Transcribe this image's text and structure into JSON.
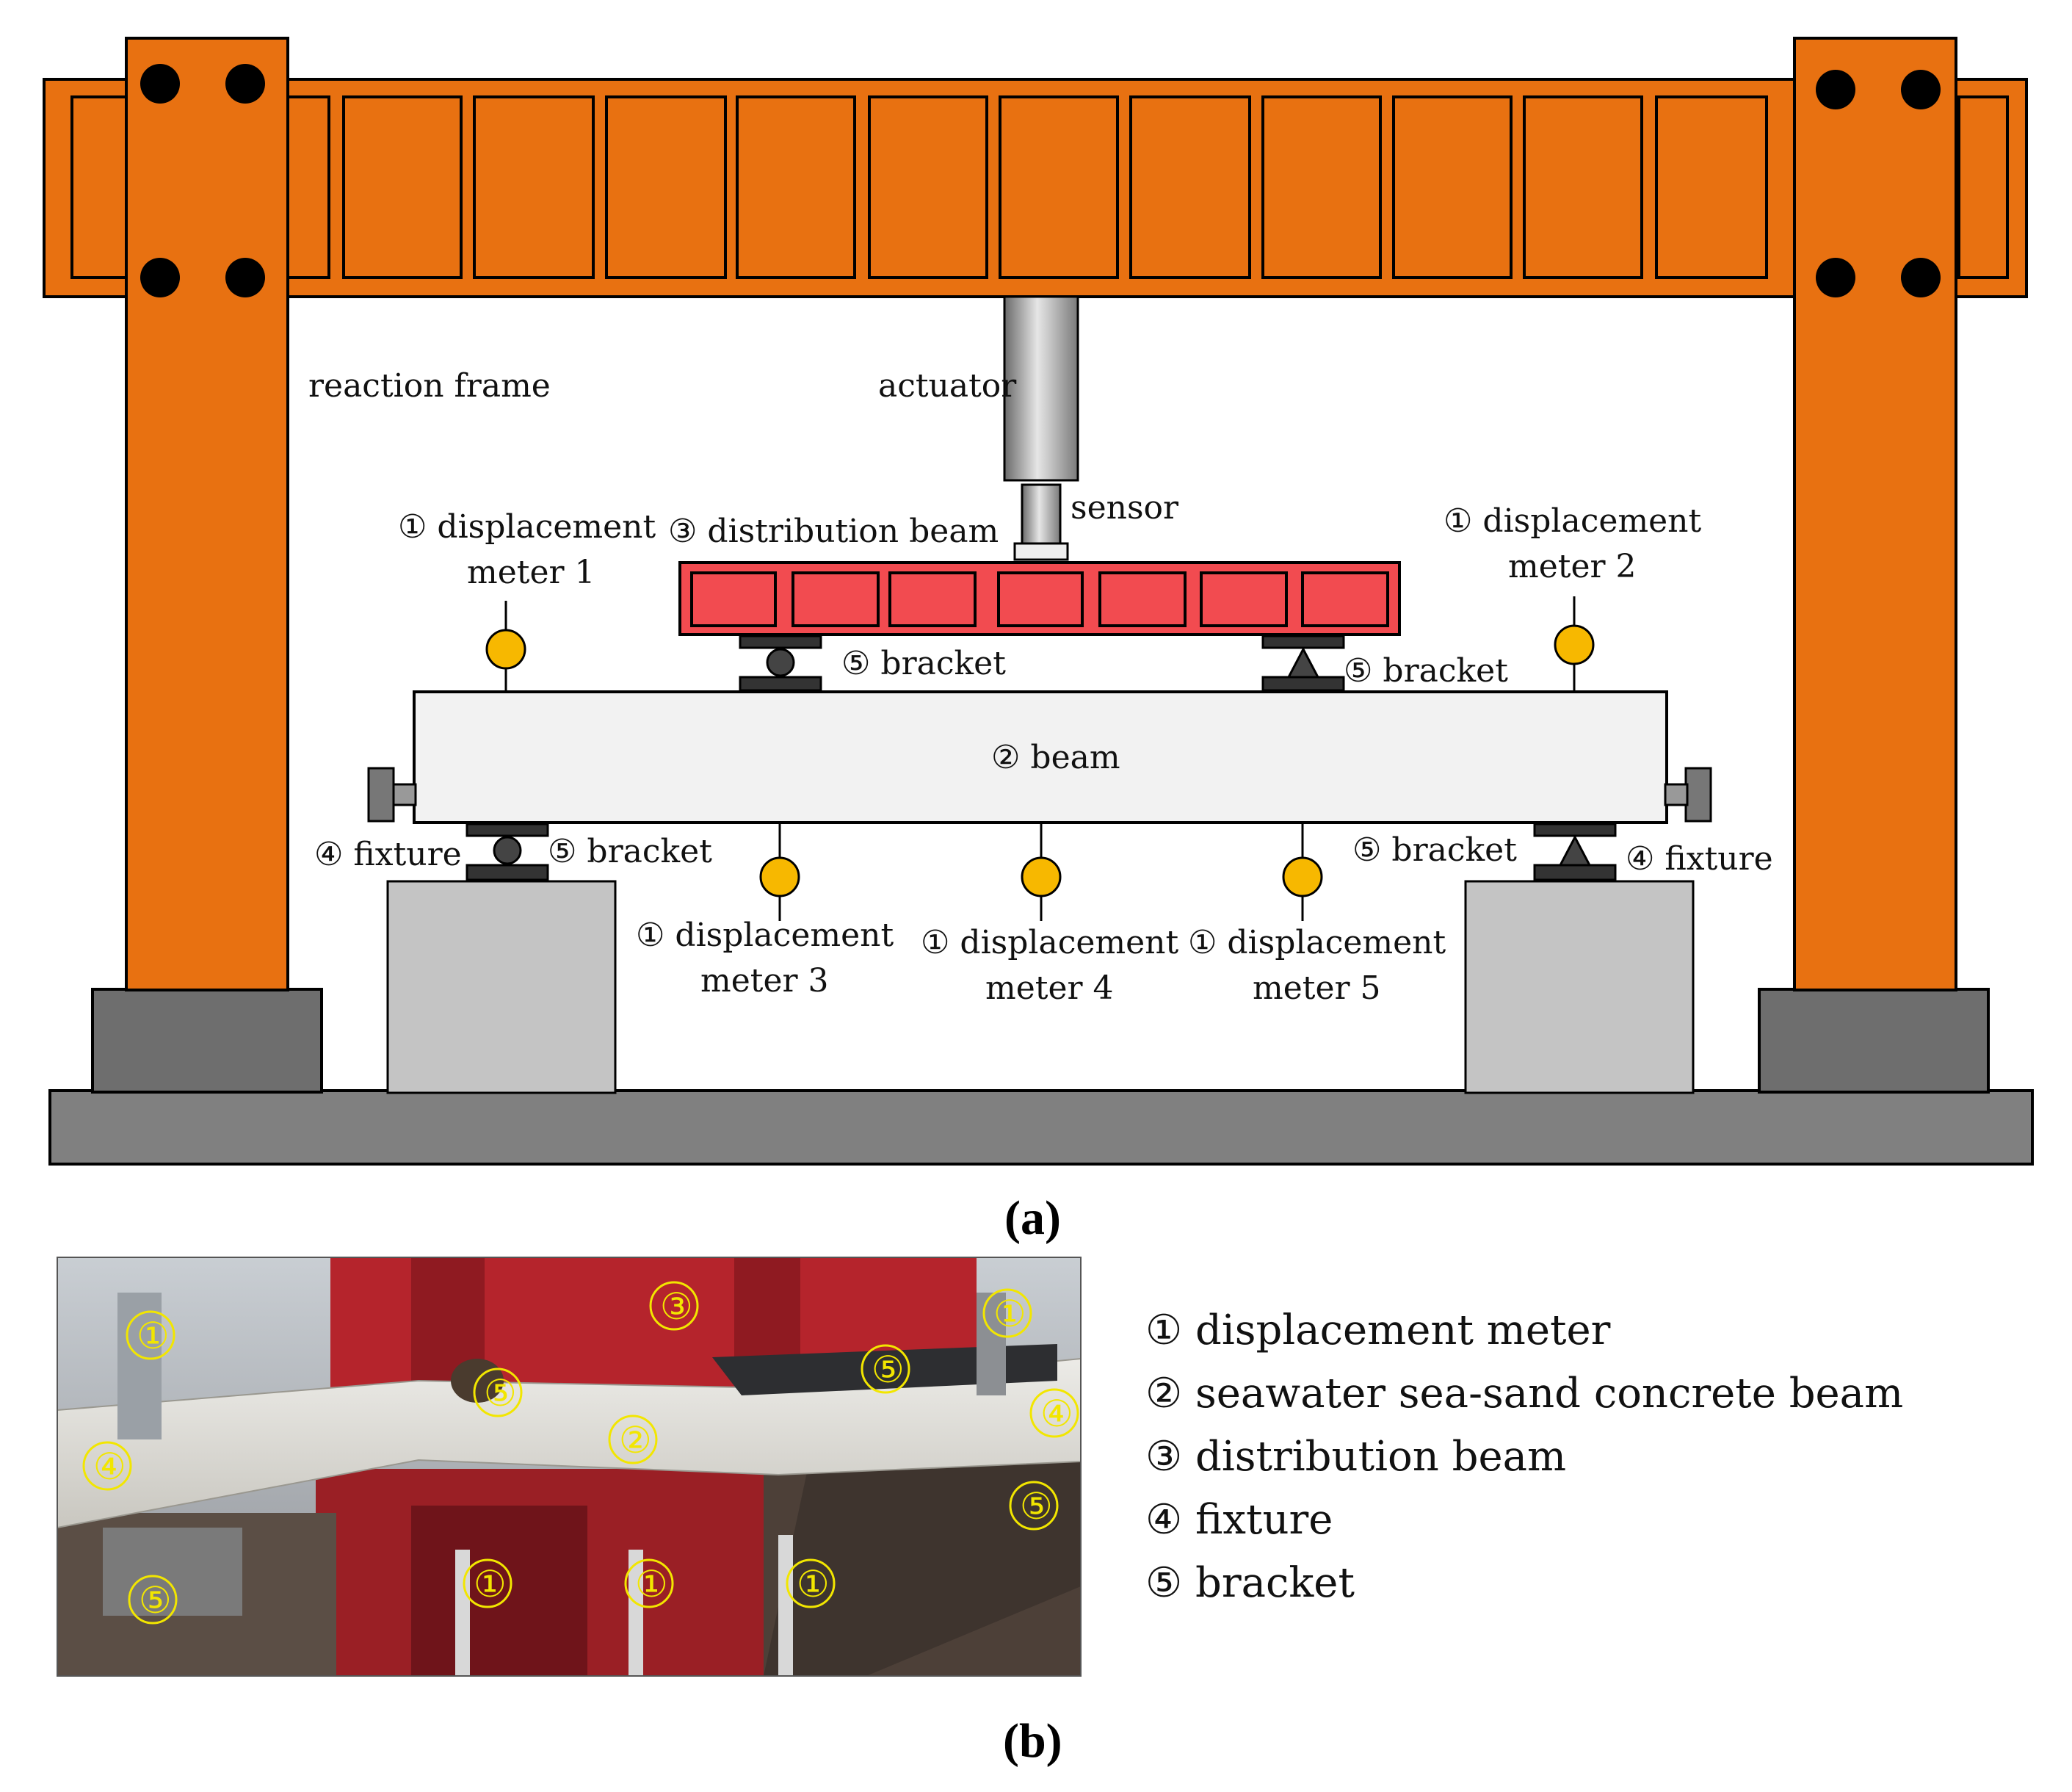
{
  "figure_a": {
    "caption": "(a)",
    "labels": {
      "reaction_frame": "reaction frame",
      "actuator": "actuator",
      "sensor": "sensor",
      "distribution_beam": "③ distribution beam",
      "disp_meter_1_a": "① displacement",
      "disp_meter_1_b": "meter 1",
      "disp_meter_2_a": "① displacement",
      "disp_meter_2_b": "meter 2",
      "disp_meter_3_a": "① displacement",
      "disp_meter_3_b": "meter 3",
      "disp_meter_4_a": "① displacement",
      "disp_meter_4_b": "meter 4",
      "disp_meter_5_a": "① displacement",
      "disp_meter_5_b": "meter 5",
      "bracket_top_left": "⑤ bracket",
      "bracket_top_right": "⑤ bracket",
      "bracket_bottom_left": "⑤ bracket",
      "bracket_bottom_right": "⑤ bracket",
      "beam": "② beam",
      "fixture_left": "④ fixture",
      "fixture_right": "④ fixture"
    },
    "colors": {
      "frame": "#e87111",
      "distribution_beam": "#f24b50",
      "meter": "#f7b800",
      "base": "#808080",
      "support": "#c4c4c4",
      "beam": "#f2f2f2"
    }
  },
  "figure_b": {
    "caption": "(b)",
    "photo_markers": {
      "m1": "①",
      "m2": "③",
      "m3": "①",
      "m4": "⑤",
      "m5": "⑤",
      "m6": "④",
      "m7": "②",
      "m8": "④",
      "m9": "⑤",
      "m10": "①",
      "m11": "①",
      "m12": "①",
      "m13": "⑤"
    },
    "legend": [
      "① displacement meter",
      "② seawater sea-sand concrete beam",
      "③ distribution beam",
      "④ fixture",
      "⑤ bracket"
    ]
  }
}
